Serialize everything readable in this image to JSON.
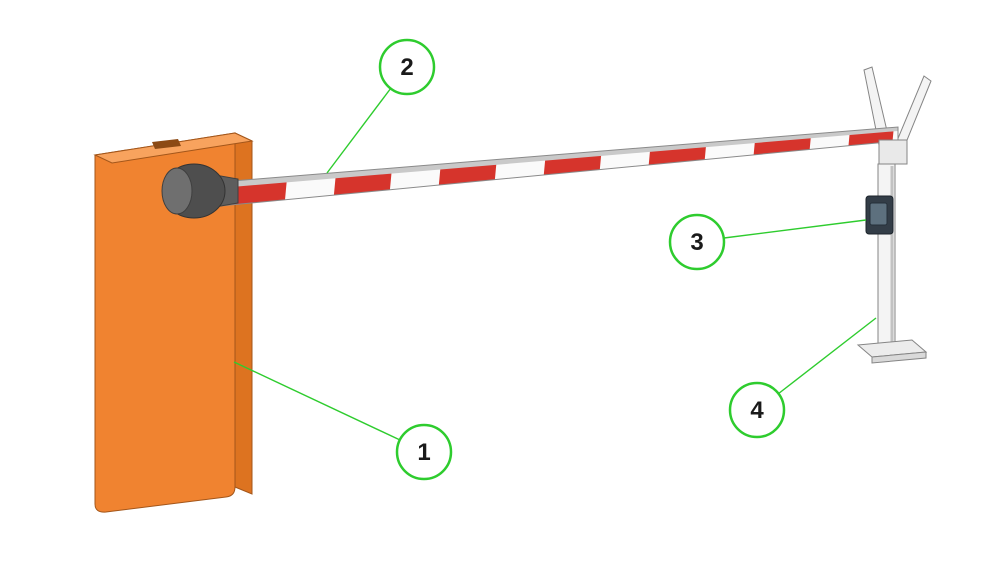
{
  "figure": {
    "colors": {
      "accent_green": "#2ecc2e",
      "cabinet_orange": "#f08330",
      "cabinet_orange_dark": "#dd7320",
      "cabinet_orange_light": "#f8a35e",
      "stripe_red": "#d6342c"
    },
    "callouts": [
      {
        "label": "1"
      },
      {
        "label": "2"
      },
      {
        "label": "3"
      },
      {
        "label": "4"
      }
    ]
  }
}
